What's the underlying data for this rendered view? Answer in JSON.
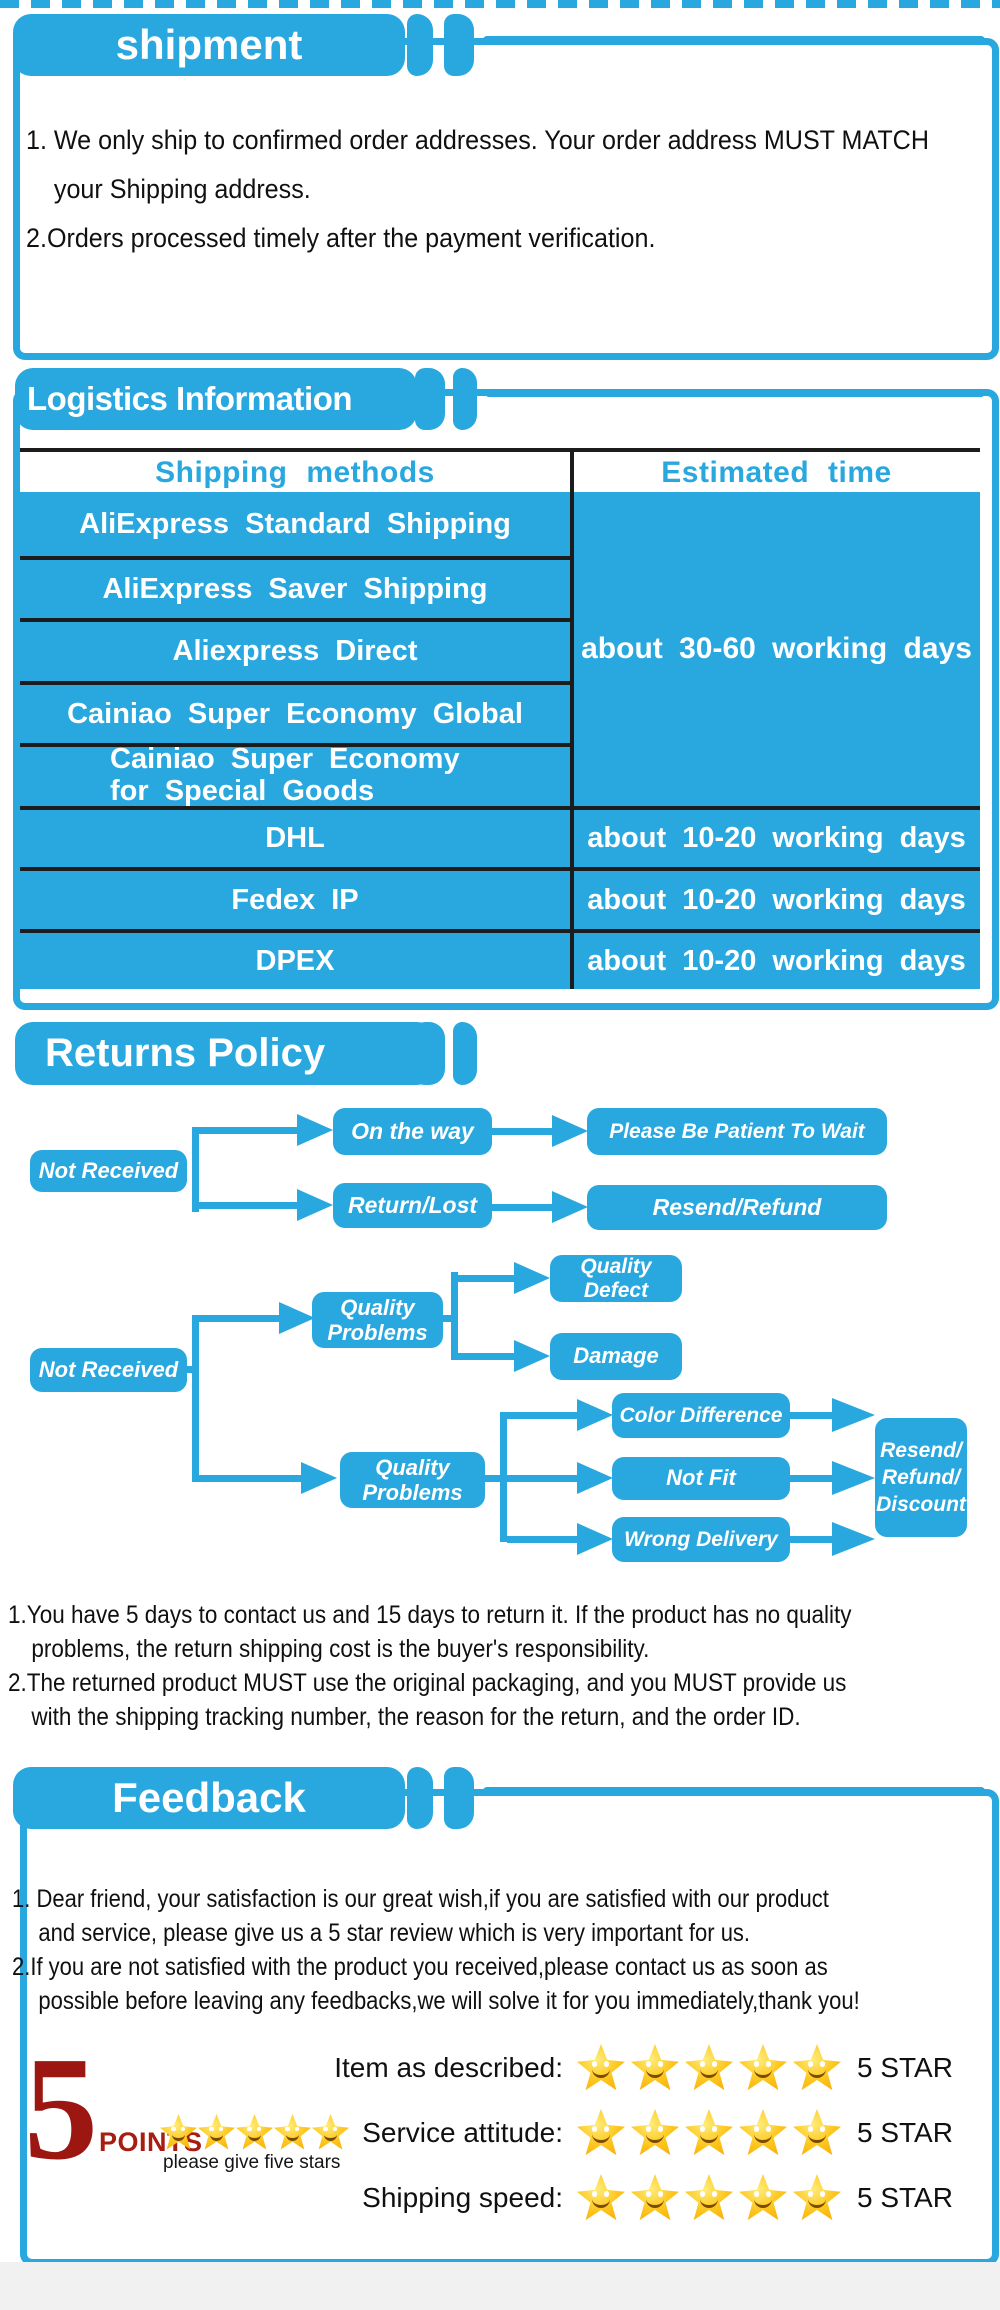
{
  "colors": {
    "primary_blue": "#29A7DF",
    "separator_dark": "#1C1C1C",
    "star_gold": "#FDC71F",
    "points_maroon": "#9C1712",
    "points_red": "#A81C12"
  },
  "shipment": {
    "title": "shipment",
    "lines": [
      "1. We only ship to confirmed order addresses. Your order address MUST MATCH",
      "your Shipping address.",
      "2.Orders processed timely after the payment verification."
    ]
  },
  "logistics": {
    "title": "Logistics Information",
    "columns": [
      "Shipping methods",
      "Estimated time"
    ],
    "grouped_methods": [
      "AliExpress Standard Shipping",
      "AliExpress Saver Shipping",
      "Aliexpress Direct",
      "Cainiao Super Economy Global",
      "Cainiao Super Economy for Special Goods"
    ],
    "grouped_time": "about 30-60 working days",
    "express_rows": [
      [
        "DHL",
        "about 10-20 working days"
      ],
      [
        "Fedex IP",
        "about 10-20 working days"
      ],
      [
        "DPEX",
        "about 10-20 working days"
      ]
    ]
  },
  "returns": {
    "title": "Returns Policy",
    "flow": {
      "not_received_a": "Not Received",
      "on_the_way": "On the way",
      "be_patient": "Please Be Patient To Wait",
      "return_lost": "Return/Lost",
      "resend_refund": "Resend/Refund",
      "quality_problems_a": "Quality Problems",
      "quality_defect": "Quality Defect",
      "damage": "Damage",
      "not_received_b": "Not Received",
      "quality_problems_b": "Quality Problems",
      "color_difference": "Color Difference",
      "not_fit": "Not Fit",
      "wrong_delivery": "Wrong Delivery",
      "resend_refund_discount": "Resend/ Refund/ Discount"
    },
    "notes": [
      "1.You have 5 days to contact us and 15 days to return it. If the product has no quality",
      "problems, the return shipping cost is the buyer's responsibility.",
      "2.The returned product MUST use the original packaging, and you MUST provide us",
      "with the shipping tracking number, the reason for the return, and the order ID."
    ]
  },
  "feedback": {
    "title": "Feedback",
    "notes": [
      "1. Dear friend, your satisfaction is our great wish,if you are satisfied with our product",
      "and service, please give us a 5 star review which is very important for us.",
      "2.If you are not satisfied with the product you received,please contact us as soon as",
      "possible before leaving any feedbacks,we will solve it for you immediately,thank you!"
    ],
    "points_number": "5",
    "points_label": "POINTS",
    "points_hint": "please give five stars",
    "ratings": [
      {
        "label": "Item as described:",
        "value": "5 STAR"
      },
      {
        "label": "Service attitude:",
        "value": "5 STAR"
      },
      {
        "label": "Shipping speed:",
        "value": "5 STAR"
      }
    ]
  }
}
